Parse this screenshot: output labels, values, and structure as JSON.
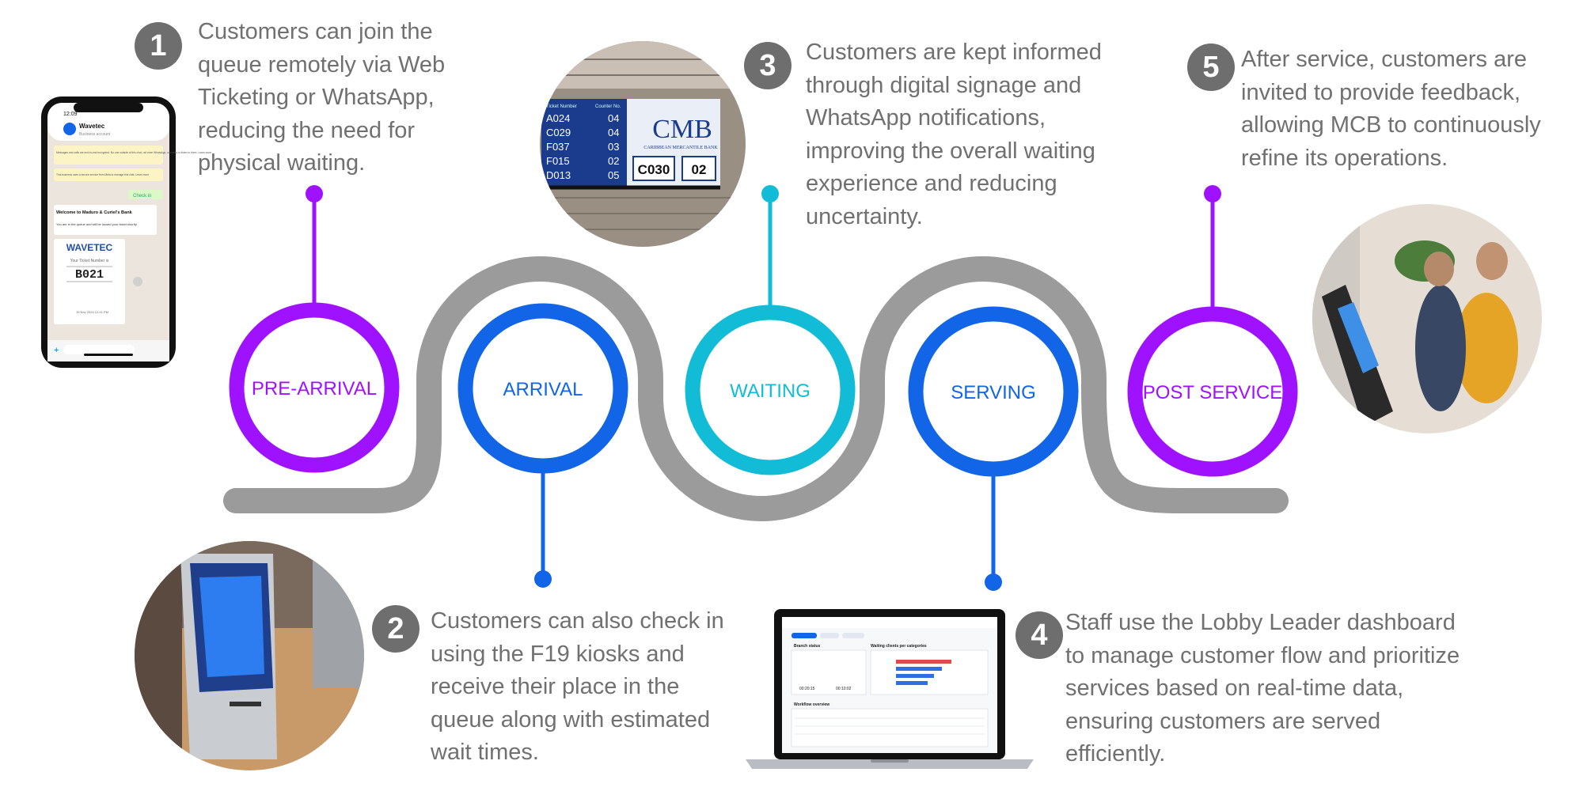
{
  "stages": [
    {
      "label": "PRE-ARRIVAL",
      "color": "#9f12ff"
    },
    {
      "label": "ARRIVAL",
      "color": "#1165e6"
    },
    {
      "label": "WAITING",
      "color": "#13bcd6"
    },
    {
      "label": "SERVING",
      "color": "#1165e6"
    },
    {
      "label": "POST SERVICE",
      "color": "#9f12ff"
    }
  ],
  "road_color": "#9b9b9b",
  "badge_color": "#6e6e6e",
  "steps": [
    {
      "number": "1",
      "text": "Customers can join the queue remotely via Web Ticketing or WhatsApp, reducing the need for physical waiting."
    },
    {
      "number": "2",
      "text": "Customers can also check in using the F19 kiosks and receive their place in the queue along with estimated wait times."
    },
    {
      "number": "3",
      "text": "Customers are kept informed through digital signage and WhatsApp notifications, improving the overall waiting experience and reducing uncertainty."
    },
    {
      "number": "4",
      "text": "Staff use the Lobby Leader dashboard to manage customer flow and prioritize services based on real-time data, ensuring customers are served efficiently."
    },
    {
      "number": "5",
      "text": "After service, customers are invited to provide feedback, allowing MCB to continuously refine its operations."
    }
  ],
  "phone": {
    "time": "12:09",
    "contact": "Wavetec",
    "contact_sub": "Business account",
    "notice1": "Messages and calls are end-to-end encrypted. No one outside of this chat, not even WhatsApp, can read or listen to them. Learn more",
    "notice2": "This business uses a secure service from Meta to manage this chat. Learn more",
    "user_msg": "Check in",
    "welcome": "Welcome to Maduro & Curiel's Bank",
    "queue_msg": "You are in the queue and will be issued your ticket shortly.",
    "brand": "WAVETEC",
    "ticket_caption": "Your Ticket Number is",
    "ticket_number": "B021",
    "ticket_time": "19 Nov 2024 12:41 PM"
  },
  "signage": {
    "col1": "Ticket Number",
    "col2": "Counter No.",
    "tickets": [
      "A024",
      "C029",
      "F037",
      "F015",
      "D013"
    ],
    "counters": [
      "04",
      "04",
      "03",
      "02",
      "05"
    ],
    "logo": "CMB",
    "bank_name": "CARIBBEAN MERCANTILE BANK",
    "now_ticket": "C030",
    "now_counter": "02"
  },
  "dashboard": {
    "panel1": "Branch status",
    "panel2": "Waiting clients per categories",
    "metric1": "00:20:15",
    "metric2": "00:10:02",
    "table_title": "Workflow overview"
  }
}
